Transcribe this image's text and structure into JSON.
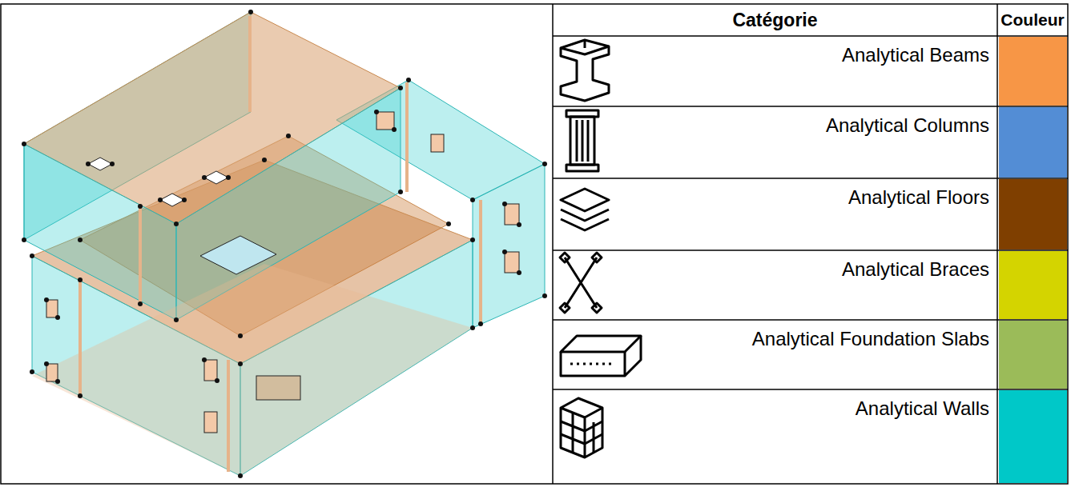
{
  "diagram": {
    "labels": [
      "Catégorie",
      "Couleur"
    ],
    "legend": [
      {
        "text": "Analytical Beams",
        "color": "#f79646"
      },
      {
        "text": "Analytical Columns",
        "color": "#538dd5"
      },
      {
        "text": "Analytical Floors",
        "color": "#7f3f00"
      },
      {
        "text": "Analytical Braces",
        "color": "#d4d400"
      },
      {
        "text": "Analytical Foundation Slabs",
        "color": "#9bbb59"
      },
      {
        "text": "Analytical Walls",
        "color": "#00c8c8"
      }
    ]
  }
}
